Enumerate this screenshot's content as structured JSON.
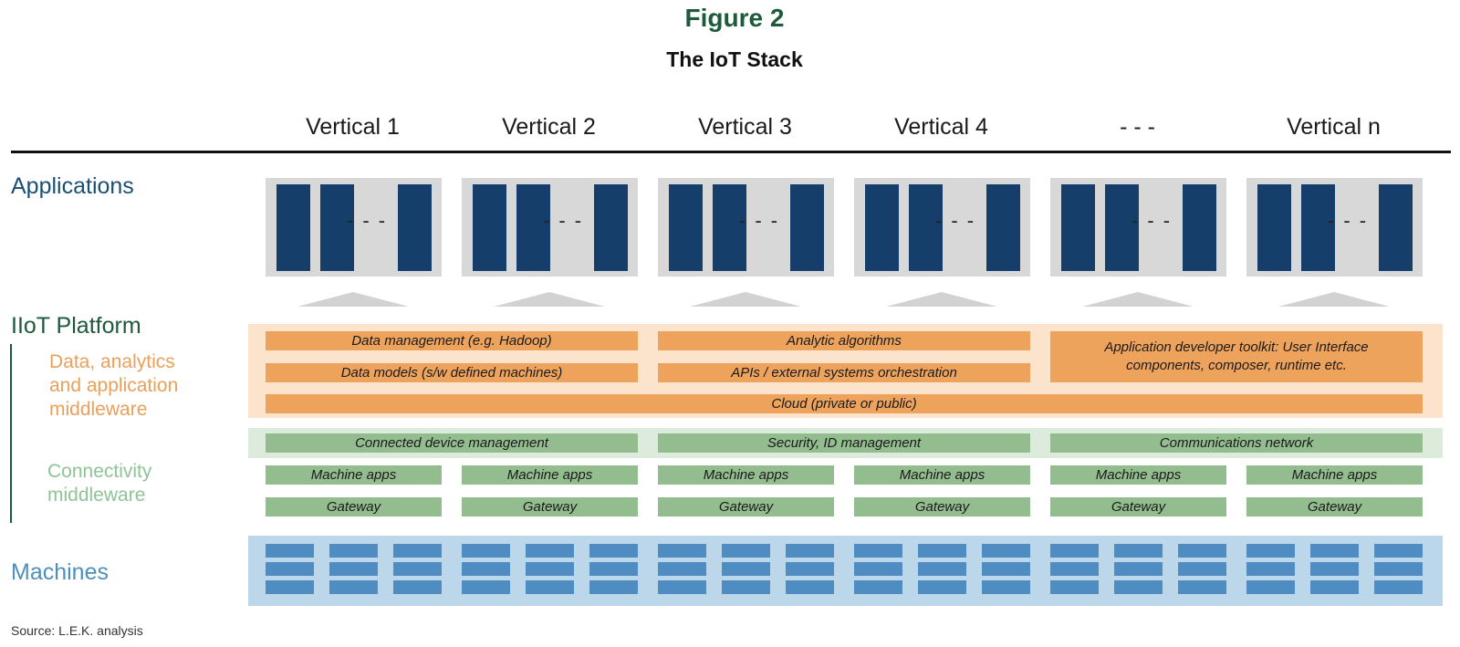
{
  "figure": {
    "title": "Figure 2",
    "subtitle": "The IoT Stack"
  },
  "verticals": [
    "Vertical 1",
    "Vertical 2",
    "Vertical 3",
    "Vertical 4",
    "- - -",
    "Vertical n"
  ],
  "rows": {
    "applications": "Applications",
    "platform": "IIoT Platform",
    "data_middleware": [
      "Data, analytics",
      "and application",
      "middleware"
    ],
    "connectivity": [
      "Connectivity",
      "middleware"
    ],
    "machines": "Machines"
  },
  "app_dots": "- - -",
  "orange_bars": {
    "data_management": "Data management (e.g. Hadoop)",
    "data_models": "Data models (s/w defined machines)",
    "analytic_algorithms": "Analytic algorithms",
    "apis": "APIs / external systems orchestration",
    "app_toolkit": "Application developer toolkit: User Interface components, composer, runtime etc.",
    "cloud": "Cloud (private or public)"
  },
  "green_bars": {
    "device_mgmt": "Connected device management",
    "security": "Security, ID management",
    "comms": "Communications network",
    "machine_apps": "Machine apps",
    "gateway": "Gateway"
  },
  "source": "Source: L.E.K. analysis",
  "colors": {
    "title_green": "#1e5a3c",
    "app_navy": "#153f6a",
    "orange": "#eea35d",
    "green": "#93bd8f",
    "machine_blue": "#4e8cc2"
  }
}
